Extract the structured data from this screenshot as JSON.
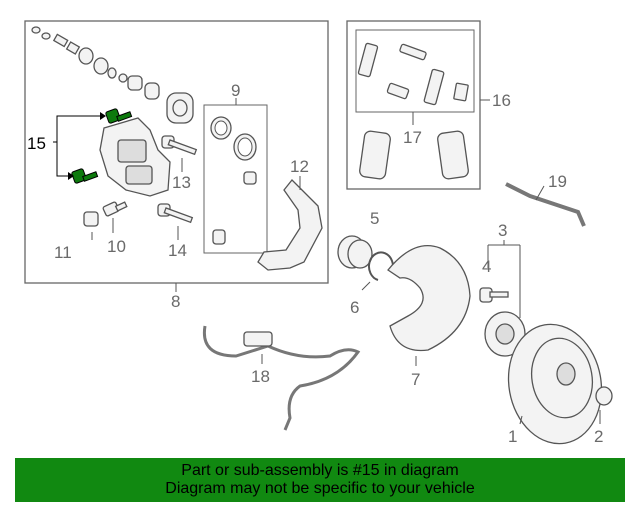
{
  "callouts": {
    "c1": "1",
    "c2": "2",
    "c3": "3",
    "c4": "4",
    "c5": "5",
    "c6": "6",
    "c7": "7",
    "c8": "8",
    "c9": "9",
    "c10": "10",
    "c11": "11",
    "c12": "12",
    "c13": "13",
    "c14": "14",
    "c15": "15",
    "c16": "16",
    "c17": "17",
    "c18": "18",
    "c19": "19"
  },
  "highlighted_part": "15",
  "colors": {
    "banner": "#118911",
    "highlight": "#0d7a0d",
    "line_art": "#555555"
  },
  "banner": {
    "line1": "Part or sub-assembly is #15 in diagram",
    "line2": "Diagram may not be specific to your vehicle"
  }
}
